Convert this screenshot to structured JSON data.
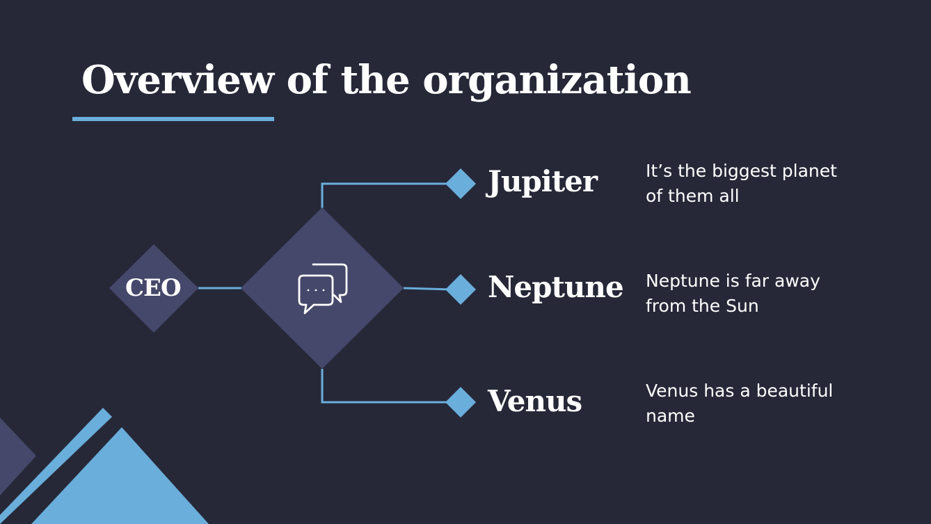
{
  "slide": {
    "title": "Overview of the organization"
  },
  "root": {
    "label": "CEO"
  },
  "hub": {
    "icon": "speech-bubbles-icon"
  },
  "branches": [
    {
      "name": "Jupiter",
      "description": "It’s the biggest planet of them all"
    },
    {
      "name": "Neptune",
      "description": "Neptune is far away from the Sun"
    },
    {
      "name": "Venus",
      "description": "Venus has a beautiful name"
    }
  ],
  "colors": {
    "background": "#262838",
    "accent": "#6aaedb",
    "diamond_fill": "#45486a",
    "text": "#ffffff"
  }
}
